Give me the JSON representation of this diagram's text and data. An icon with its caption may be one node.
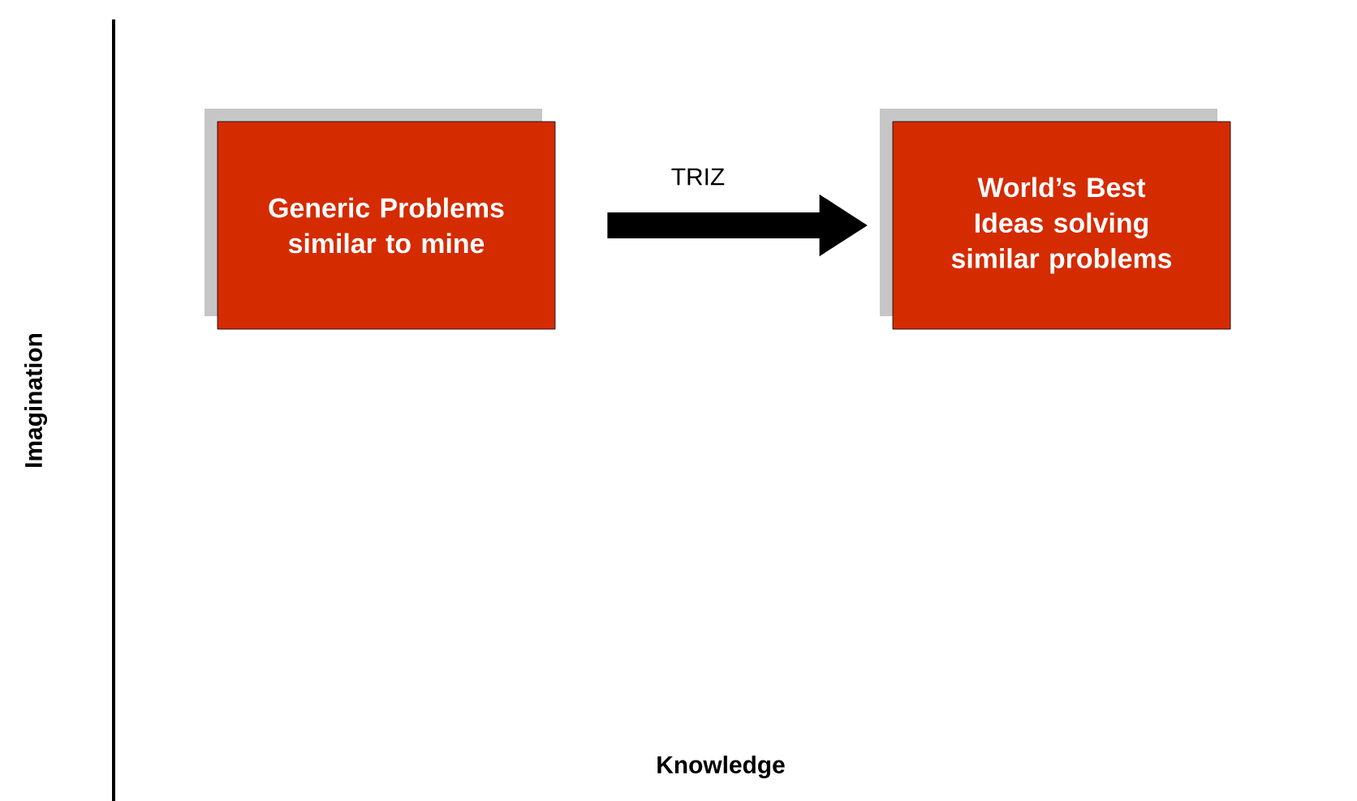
{
  "diagram": {
    "nodes": [
      {
        "text": [
          "Generic Problems similar to mine"
        ]
      },
      {
        "text": [
          "World’s Best Ideas solving similar problems"
        ]
      }
    ],
    "edges": [
      {
        "from": 0,
        "to": 1,
        "arrow": "to",
        "label": "TRIZ"
      }
    ],
    "labels": [
      "Imagination",
      "Knowledge"
    ]
  }
}
